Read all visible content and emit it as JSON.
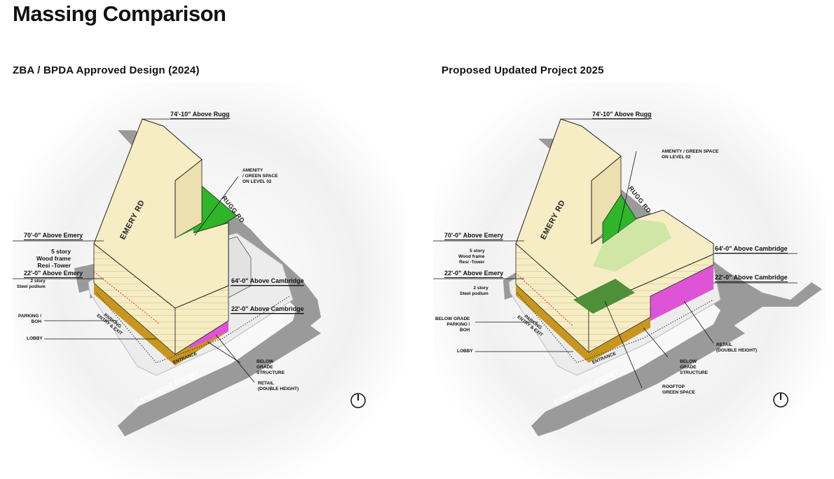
{
  "page_title": "Massing Comparison",
  "panels": [
    {
      "title": "ZBA / BPDA Approved Design (2024)",
      "labels": {
        "top_height": "74'-10\" Above Rugg",
        "h_70_emery": "70'-0\" Above Emery",
        "resi_tower": "5 story\nWood frame\nResi -Tower",
        "h_22_emery": "22'-0\" Above Emery",
        "podium": "2 story\nSteel podium",
        "parking": "PARKING /\nBOH",
        "lobby": "LOBBY",
        "amenity": "AMENITY\n/ GREEN SPACE\nON LEVEL 02",
        "h_64_cambridge": "64'-0\" Above Cambridge",
        "h_22_cambridge": "22'-0\" Above Cambridge",
        "below_grade": "BELOW\nGRADE\nSTRUCTURE",
        "retail": "RETAIL\n(DOUBLE HEIGHT)"
      },
      "streets": {
        "emery": "EMERY RD",
        "rugg": "RUGG RD",
        "cambridge": "CAMBRIDGE STREET",
        "parking_entry": "PARKING\nENTRY & EXIT",
        "entrance": "ENTRANCE"
      }
    },
    {
      "title": "Proposed Updated Project 2025",
      "labels": {
        "top_height": "74'-10\" Above Rugg",
        "amenity": "AMENITY / GREEN SPACE\nON LEVEL 02",
        "h_70_emery": "70'-0\" Above Emery",
        "resi_tower": "5 story\nWood frame\nResi -Tower",
        "h_64_cambridge": "64'-0\" Above Cambridge",
        "h_22_emery": "22'-0\" Above Emery",
        "h_22_cambridge": "22'-0\" Above Cambridge",
        "podium": "2 story\nSteel podium",
        "parking": "BELOW GRADE\nPARKING /\nBOH",
        "lobby": "LOBBY",
        "retail": "RETAIL\n(DOUBLE HEIGHT)",
        "below_grade": "BELOW\nGRADE\nSTRUCTURE",
        "rooftop": "ROOFTOP\nGREEN SPACE"
      },
      "streets": {
        "emery": "EMERY RD",
        "rugg": "RUGG RD",
        "cambridge": "CAMBRIDGE STREET",
        "parking_entry": "PARKING\nENTRY & EXIT",
        "entrance": "ENTRANCE"
      }
    }
  ],
  "colors": {
    "building": "#f6edc5",
    "building_side": "#ede0b0",
    "amenity_green": "#2fb52a",
    "amenity_light": "#cfe6a6",
    "rooftop_green": "#4e8f37",
    "retail": "#dd55d6",
    "podium_base": "#c8961f",
    "street": "#9a9a9a"
  }
}
